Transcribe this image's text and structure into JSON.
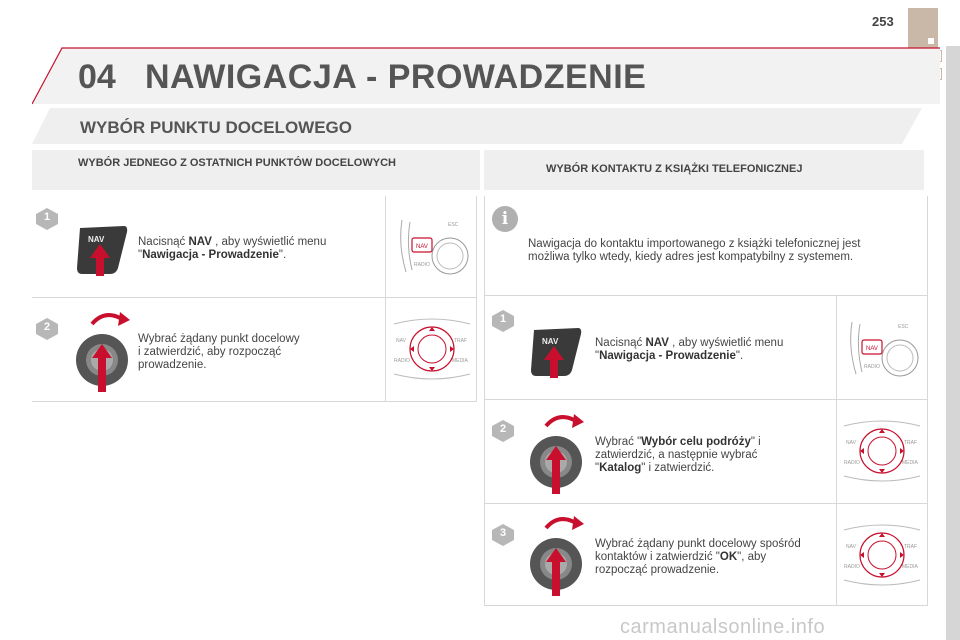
{
  "page": {
    "number": "253",
    "chapter_number": "04",
    "chapter_title": "NAWIGACJA - PROWADZENIE",
    "section_title": "WYBÓR PUNKTU DOCELOWEGO"
  },
  "left": {
    "heading": "WYBÓR JEDNEGO Z OSTATNICH PUNKTÓW DOCELOWYCH",
    "steps": [
      {
        "num": "1",
        "button": "NAV",
        "pre": "Nacisnąć ",
        "bold1": "NAV",
        "mid": " , aby wyświetlić menu \"",
        "bold2": "Nawigacja - Prowadzenie",
        "post": "\"."
      },
      {
        "num": "2",
        "line1": "Wybrać żądany punkt docelowy",
        "line2": "i zatwierdzić, aby rozpocząć",
        "line3": "prowadzenie."
      }
    ]
  },
  "right": {
    "heading": "WYBÓR KONTAKTU Z KSIĄŻKI TELEFONICZNEJ",
    "info_line1": "Nawigacja do kontaktu importowanego z książki telefonicznej jest",
    "info_line2": "możliwa tylko wtedy, kiedy adres jest kompatybilny z systemem.",
    "steps": [
      {
        "num": "1",
        "button": "NAV",
        "pre": "Nacisnąć ",
        "bold1": "NAV",
        "mid": " , aby wyświetlić menu \"",
        "bold2": "Nawigacja - Prowadzenie",
        "post": "\"."
      },
      {
        "num": "2",
        "a": "Wybrać \"",
        "b": "Wybór celu podróży",
        "c": "\" i",
        "d": "zatwierdzić, a następnie wybrać",
        "e": "\"",
        "f": "Katalog",
        "g": "\" i zatwierdzić."
      },
      {
        "num": "3",
        "a": "Wybrać żądany punkt docelowy spośród",
        "b": "kontaktów i zatwierdzić \"",
        "c": "OK",
        "d": "\", aby",
        "e": "rozpocząć prowadzenie."
      }
    ]
  },
  "panel_labels": {
    "esc": "ESC",
    "nav": "NAV",
    "radio": "RADIO",
    "traf": "TRAF",
    "media": "MEDIA"
  },
  "footer": "carmanualsonline.info",
  "colors": {
    "accent": "#c8102e",
    "badge": "#b7b7b7",
    "banner": "#efefef"
  }
}
